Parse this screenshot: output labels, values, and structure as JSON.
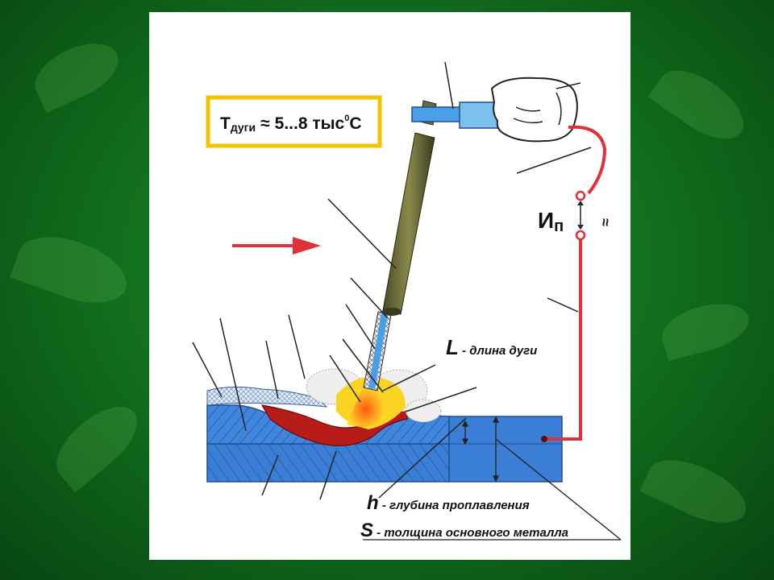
{
  "temperature_box": {
    "t_letter": "T",
    "t_subscript": "дуги",
    "approx": "≈",
    "value": "5...8 тыс",
    "degree": "0",
    "unit": "C"
  },
  "power_source": {
    "label": "И",
    "subscript": "п",
    "current_symbol": "≈"
  },
  "labels": {
    "arc_length_var": "L",
    "arc_length_text": " - длина дуги",
    "depth_var": "h",
    "depth_text": " - глубина проплавления",
    "thickness_var": "S",
    "thickness_text": " - толщина основного металла"
  },
  "colors": {
    "background": "#157a22",
    "metal": "#3a7fd5",
    "weld": "#c0201a",
    "wire": "#e0303a",
    "arrow": "#e0303a",
    "box_border": "#f2c200"
  }
}
